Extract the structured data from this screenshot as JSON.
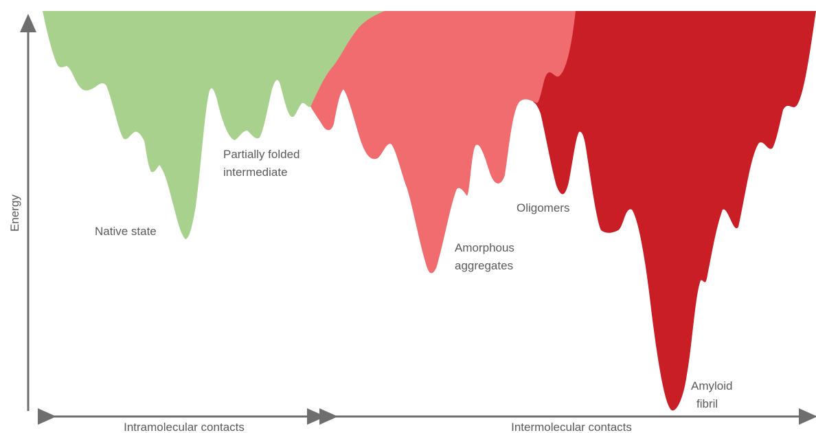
{
  "diagram": {
    "energy_axis_label": "Energy",
    "labels": {
      "partially_folded_line1": "Partially folded",
      "partially_folded_line2": "intermediate",
      "native_state": "Native state",
      "oligomers": "Oligomers",
      "amorphous_line1": "Amorphous",
      "amorphous_line2": "aggregates",
      "amyloid_line1": "Amyloid",
      "amyloid_line2": "fibril"
    },
    "contacts": {
      "intramolecular": "Intramolecular contacts",
      "intermolecular": "Intermolecular contacts"
    },
    "colors": {
      "native_region": "#a9d18e",
      "aggregate_region": "#f06c6e",
      "amyloid_region": "#c91e26",
      "axis": "#6e6e6e",
      "text": "#5a5a5a"
    }
  }
}
